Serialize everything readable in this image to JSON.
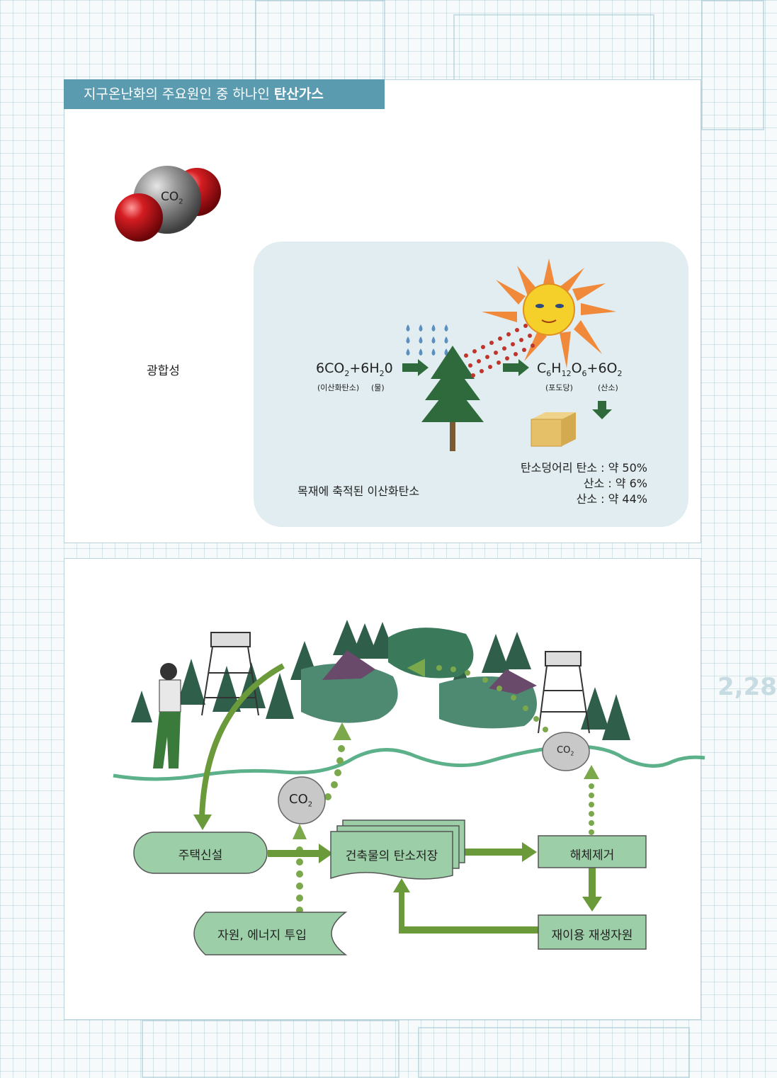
{
  "title": {
    "prefix": "지구온난화의 주요원인 중 하나인 ",
    "emphasis": "탄산가스"
  },
  "molecule": {
    "label": "CO",
    "sub": "2"
  },
  "photosynthesis": {
    "label": "광합성",
    "left_eq": {
      "a": "6CO",
      "a_sub": "2",
      "b": "+6H",
      "b_sub": "2",
      "c": "0"
    },
    "left_notes": [
      "(이산화탄소)",
      "(물)"
    ],
    "right_eq": {
      "c": "C",
      "c_sub": "6",
      "h": "H",
      "h_sub": "12",
      "o": "O",
      "o_sub": "6",
      "plus": "+6O",
      "plus_sub": "2"
    },
    "right_notes": [
      "(포도당)",
      "(산소)"
    ],
    "wood_label": "목재에 축적된 이산화탄소",
    "composition": [
      "탄소덩어리 탄소 : 약 50%",
      "산소 : 약 6%",
      "산소 : 약 44%"
    ]
  },
  "cycle": {
    "co2_label": "CO",
    "co2_sub": "2",
    "nodes": {
      "construction": "주택신설",
      "storage": "건축물의 탄소저장",
      "demolition": "해체제거",
      "resources": "자원, 에너지 투입",
      "recycle": "재이용 재생자원"
    }
  },
  "side_text": "2,28",
  "colors": {
    "title_bar": "#5a9bb0",
    "node_fill": "#9ccfa7",
    "arrow": "#6a9a3a",
    "ground_line": "#5cb08a"
  }
}
